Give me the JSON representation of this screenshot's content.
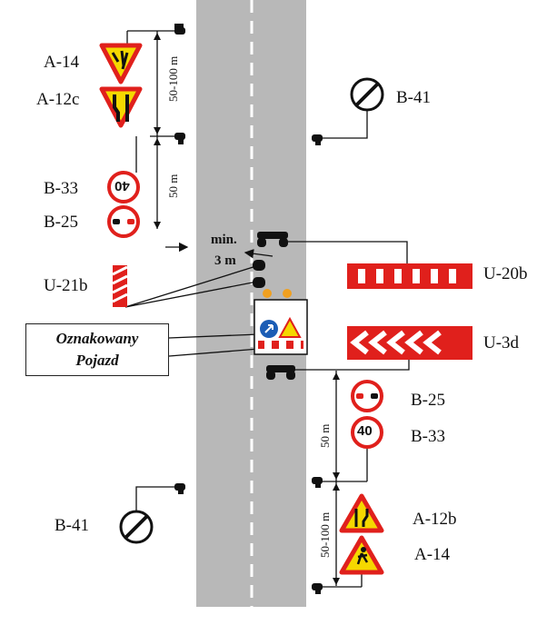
{
  "labels": {
    "a14_top": "A-14",
    "a12c": "A-12c",
    "b41_right": "B-41",
    "b33_left": "B-33",
    "b25_left": "B-25",
    "u21b": "U-21b",
    "u20b": "U-20b",
    "u3d": "U-3d",
    "b25_right": "B-25",
    "b33_right": "B-33",
    "b41_left": "B-41",
    "a12b": "A-12b",
    "a14_bottom": "A-14"
  },
  "distances": {
    "top_long": "50-100 m",
    "top_short": "50 m",
    "bottom_short": "50 m",
    "bottom_long": "50-100 m",
    "min_line1": "min.",
    "min_line2": "3 m"
  },
  "vehicle": {
    "line1": "Oznakowany",
    "line2": "Pojazd"
  },
  "signs": {
    "b33_left_value": "40",
    "b33_right_value": "40"
  },
  "colors": {
    "road": "#b8b8b8",
    "sign_red": "#e0201c",
    "sign_yellow": "#f5d800",
    "sign_blue": "#1b5db5",
    "lamp_orange": "#f0a020"
  }
}
